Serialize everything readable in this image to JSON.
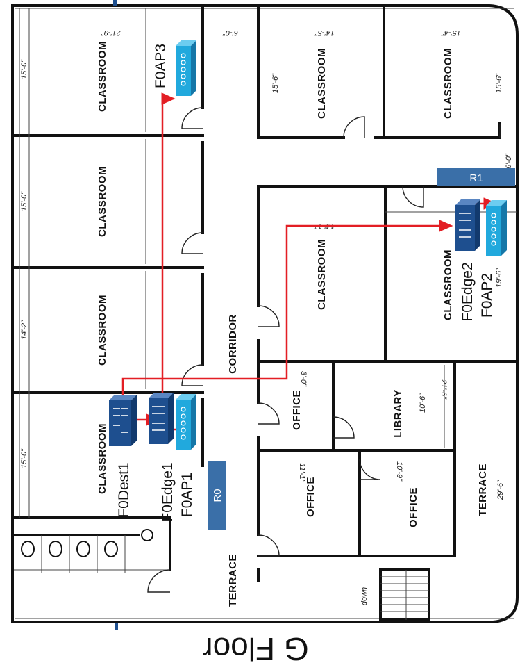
{
  "floor_label": "G Floor",
  "rooms": {
    "classroom_1": "CLASSROOM",
    "classroom_2": "CLASSROOM",
    "classroom_3": "CLASSROOM",
    "classroom_4": "CLASSROOM",
    "classroom_5": "CLASSROOM",
    "classroom_6": "CLASSROOM",
    "classroom_7": "CLASSROOM",
    "classroom_8": "CLASSROOM",
    "corridor": "CORRIDOR",
    "office_1": "OFFICE",
    "office_2": "OFFICE",
    "office_3": "OFFICE",
    "library": "LIBRARY",
    "terrace_1": "TERRACE",
    "terrace_2": "TERRACE",
    "down": "down"
  },
  "dimensions": {
    "d1": "21'-9\"",
    "d2": "6'-0\"",
    "d3": "14'-5\"",
    "d4": "15'-4\"",
    "d5": "15'-0\"",
    "d6": "15'-6\"",
    "d7": "15'-6\"",
    "d8": "15'-0\"",
    "d9": "14'-2\"",
    "d10": "15'-0\"",
    "d11": "14'-1\"",
    "d12": "19'-6\"",
    "d13": "21'-6\"",
    "d14": "10'-6\"",
    "d15": "11'-1\"",
    "d16": "10'-9\"",
    "d17": "29'-6\"",
    "d18": "3'-0\"",
    "d19": "6'-0\""
  },
  "devices": {
    "ap3": "F0AP3",
    "dest1": "F0Dest1",
    "edge1": "F0Edge1",
    "ap1": "F0AP1",
    "edge2": "F0Edge2",
    "ap2": "F0AP2"
  },
  "routers": {
    "r0": "R0",
    "r1": "R1"
  },
  "colors": {
    "link": "#e31e24",
    "router_box": "#3a6fa8",
    "switch_dark": "#1e4f8f",
    "ap_cyan": "#21a9dd",
    "wall": "#111111"
  },
  "icons": [
    "access-point-icon",
    "switch-icon",
    "distribution-switch-icon"
  ]
}
